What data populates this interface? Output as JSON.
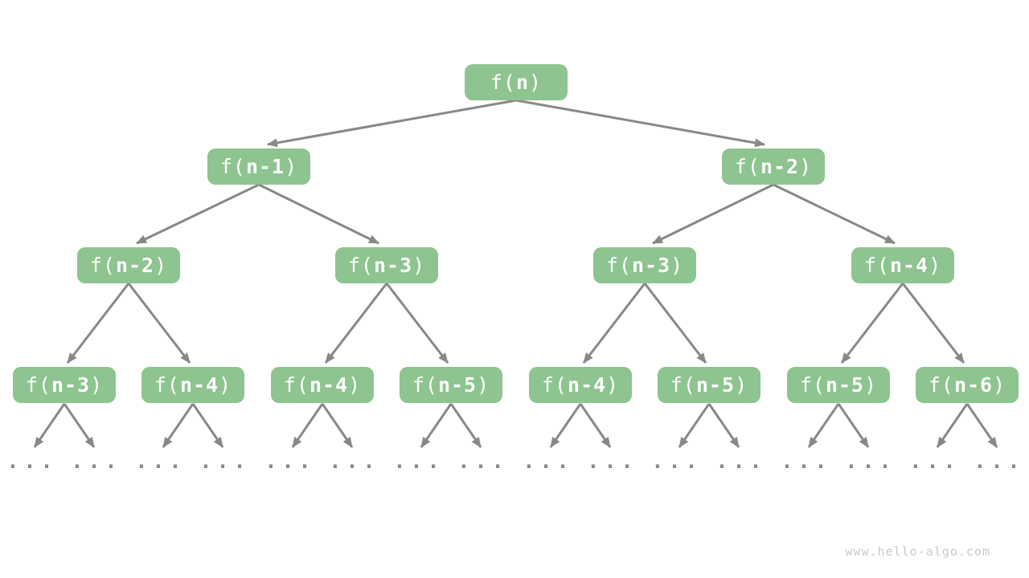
{
  "colors": {
    "node_fill": "#8ec48f",
    "node_text": "#ffffff",
    "arrow": "#888888",
    "watermark": "#c9c9c9",
    "background": "#ffffff"
  },
  "diagram": {
    "description": "recursion-tree",
    "levels": [
      {
        "nodes": [
          {
            "pre": "f(",
            "var": "n",
            "post": ")"
          }
        ]
      },
      {
        "nodes": [
          {
            "pre": "f(",
            "var": "n-1",
            "post": ")"
          },
          {
            "pre": "f(",
            "var": "n-2",
            "post": ")"
          }
        ]
      },
      {
        "nodes": [
          {
            "pre": "f(",
            "var": "n-2",
            "post": ")"
          },
          {
            "pre": "f(",
            "var": "n-3",
            "post": ")"
          },
          {
            "pre": "f(",
            "var": "n-3",
            "post": ")"
          },
          {
            "pre": "f(",
            "var": "n-4",
            "post": ")"
          }
        ]
      },
      {
        "nodes": [
          {
            "pre": "f(",
            "var": "n-3",
            "post": ")"
          },
          {
            "pre": "f(",
            "var": "n-4",
            "post": ")"
          },
          {
            "pre": "f(",
            "var": "n-4",
            "post": ")"
          },
          {
            "pre": "f(",
            "var": "n-5",
            "post": ")"
          },
          {
            "pre": "f(",
            "var": "n-4",
            "post": ")"
          },
          {
            "pre": "f(",
            "var": "n-5",
            "post": ")"
          },
          {
            "pre": "f(",
            "var": "n-5",
            "post": ")"
          },
          {
            "pre": "f(",
            "var": "n-6",
            "post": ")"
          }
        ]
      }
    ],
    "ellipsis": "..."
  },
  "watermark": {
    "text": "www.hello-algo.com"
  }
}
